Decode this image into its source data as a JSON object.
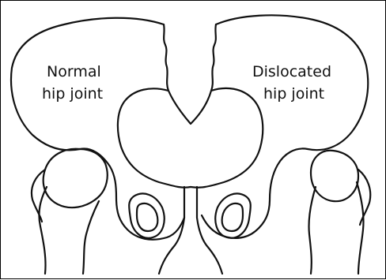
{
  "diagram": {
    "labels": {
      "normal_line1": "Normal",
      "normal_line2": "hip joint",
      "dislocated_line1": "Dislocated",
      "dislocated_line2": "hip joint"
    },
    "colors": {
      "line": "#111111",
      "background": "#ffffff",
      "border": "#000000"
    }
  }
}
